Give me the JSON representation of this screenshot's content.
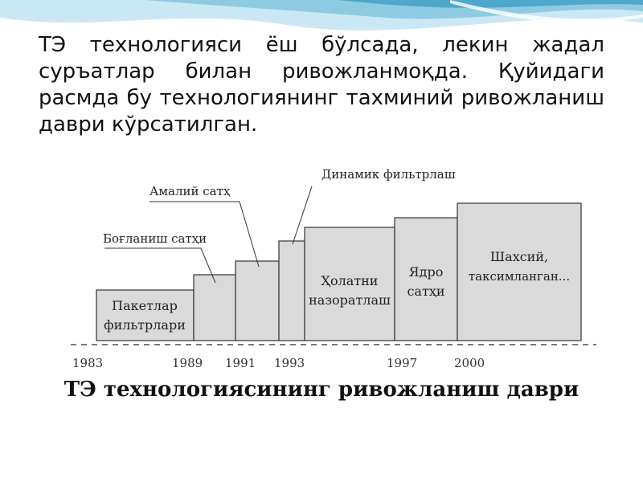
{
  "colors": {
    "box_fill": "#dadada",
    "box_stroke": "#333333",
    "wave_light": "#c9e8f4",
    "wave_mid": "#8ecbe3",
    "wave_dark": "#4ea8cc"
  },
  "intro": {
    "paragraph": "ТЭ технологияси ёш бўлсада, лекин жадал суръатлар билан ривожланмоқда. Қуйидаги расмда бу технологиянинг тахминий ривожланиш даври кўрсатилган."
  },
  "diagram": {
    "boxes": [
      {
        "lines": [
          "Пакетлар",
          "фильтрлари"
        ]
      },
      {
        "lines": []
      },
      {
        "lines": []
      },
      {
        "lines": []
      },
      {
        "lines": [
          "Ҳолатни",
          "назоратлаш"
        ]
      },
      {
        "lines": [
          "Ядро",
          "сатҳи"
        ]
      },
      {
        "lines": [
          "Шахсий,",
          "таксимланган..."
        ]
      }
    ],
    "years": [
      "1983",
      "1989",
      "1991",
      "1993",
      "1997",
      "2000"
    ],
    "callouts": [
      {
        "text": "Боғланиш сатҳи"
      },
      {
        "text": "Амалий сатҳ"
      },
      {
        "text": "Динамик фильтрлаш"
      }
    ]
  },
  "caption": "ТЭ технологиясининг ривожланиш даври"
}
